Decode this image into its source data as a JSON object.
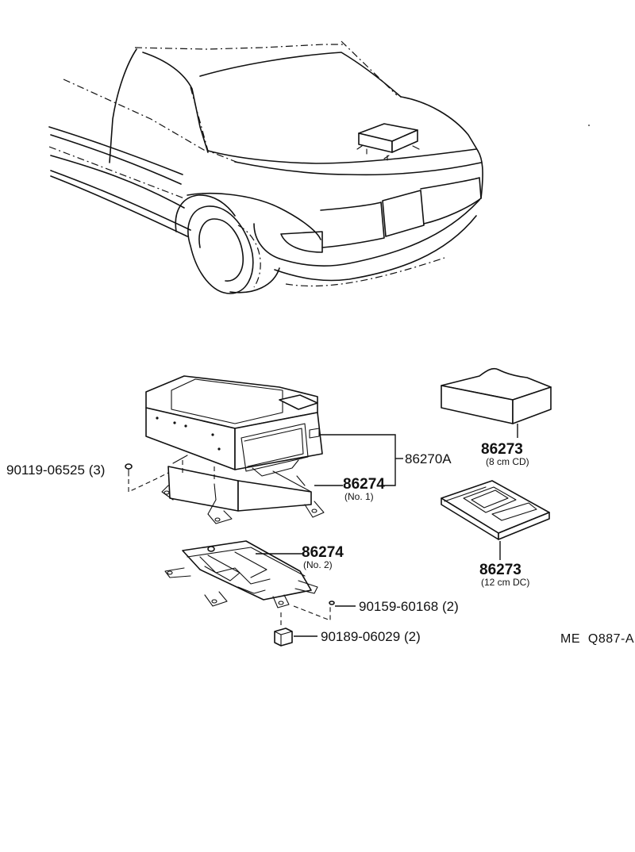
{
  "diagram_code": "ME  Q887-A",
  "parts": [
    {
      "number": "86270A",
      "note": ""
    },
    {
      "number": "86274",
      "note": "(No. 1)"
    },
    {
      "number": "86274",
      "note": "(No. 2)"
    },
    {
      "number": "86273",
      "note": "(8 cm CD)"
    },
    {
      "number": "86273",
      "note": "(12 cm DC)"
    },
    {
      "number": "90119-06525",
      "note": "(3)"
    },
    {
      "number": "90159-60168",
      "note": "(2)"
    },
    {
      "number": "90189-06029",
      "note": "(2)"
    }
  ]
}
